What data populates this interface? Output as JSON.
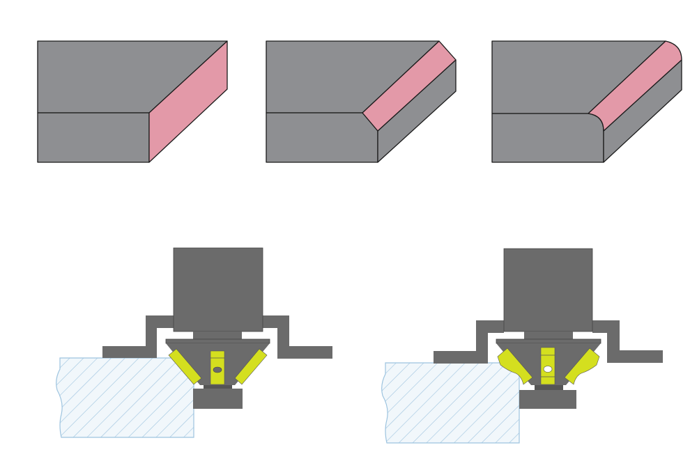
{
  "colors": {
    "block_gray": "#8e8f92",
    "edge_pink": "#e399a8",
    "outline": "#1a1a1a",
    "tool_gray": "#6b6b6b",
    "insert_yellow": "#d4df1f",
    "workpiece_fill": "#f1f7fb",
    "workpiece_hatch": "#9cc3df"
  },
  "panels": {
    "top": [
      "chamfered-edge-block",
      "small-chamfer-block",
      "rounded-edge-block"
    ],
    "bottom": [
      "chamfer-cutter-setup",
      "radius-cutter-setup"
    ]
  }
}
